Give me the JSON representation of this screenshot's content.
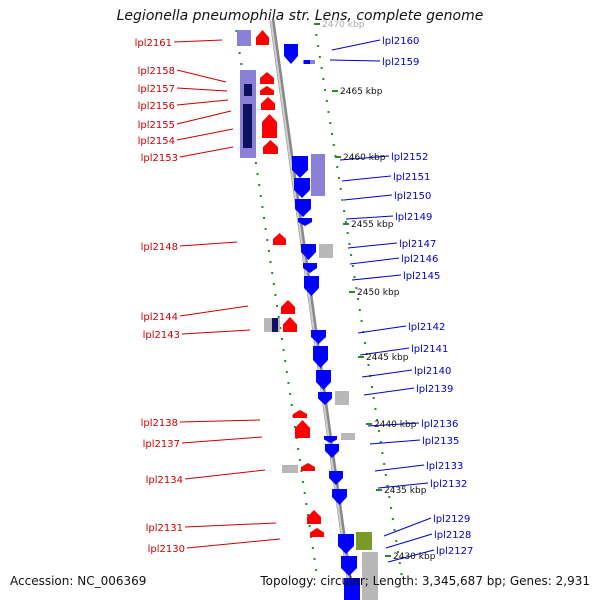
{
  "title": "Legionella pneumophila str. Lens, complete genome",
  "accession": "Accession: NC_006369",
  "summary": "Topology: circular; Length: 3,345,687 bp; Genes: 2,931",
  "colors": {
    "forward": "#ff0000",
    "reverse": "#0000ff",
    "label_forward": "#cc0000",
    "label_reverse": "#0000cc",
    "backbone": "#a0a0a0",
    "tick": "#2a8a2a",
    "cds_purple": "#8a80d8",
    "cds_navy": "#101060",
    "cds_grey": "#b8b8b8",
    "cds_olive": "#7a9a2a"
  },
  "scale_labels": [
    "2470 kbp",
    "2465 kbp",
    "2460 kbp",
    "2455 kbp",
    "2450 kbp",
    "2445 kbp",
    "2440 kbp",
    "2435 kbp",
    "2430 kbp"
  ],
  "genes_left": [
    "lpl2161",
    "lpl2158",
    "lpl2157",
    "lpl2156",
    "lpl2155",
    "lpl2154",
    "lpl2153",
    "lpl2148",
    "lpl2144",
    "lpl2143",
    "lpl2138",
    "lpl2137",
    "lpl2134",
    "lpl2131",
    "lpl2130"
  ],
  "genes_right": [
    "lpl2160",
    "lpl2159",
    "lpl2152",
    "lpl2151",
    "lpl2150",
    "lpl2149",
    "lpl2147",
    "lpl2146",
    "lpl2145",
    "lpl2142",
    "lpl2141",
    "lpl2140",
    "lpl2139",
    "lpl2136",
    "lpl2135",
    "lpl2133",
    "lpl2132",
    "lpl2129",
    "lpl2128",
    "lpl2127"
  ]
}
